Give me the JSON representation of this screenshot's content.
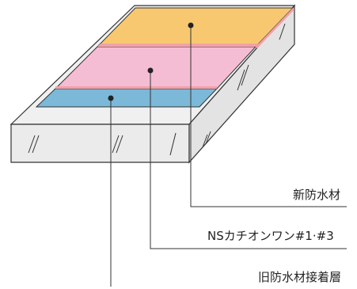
{
  "labels": {
    "new_waterproof": "新防水材",
    "ns_product": "NSカチオンワン#1·#3",
    "old_adhesive": "旧防水材接着層"
  },
  "colors": {
    "top_layer": "#f7c870",
    "middle_layer": "#f5bdd3",
    "bottom_layer": "#7cb8d8",
    "edge_strip": "#f3a0a8",
    "slab_top": "#f0f0f0",
    "slab_front": "#ebebeb",
    "slab_side": "#e3e3e3",
    "outline": "#333333"
  }
}
